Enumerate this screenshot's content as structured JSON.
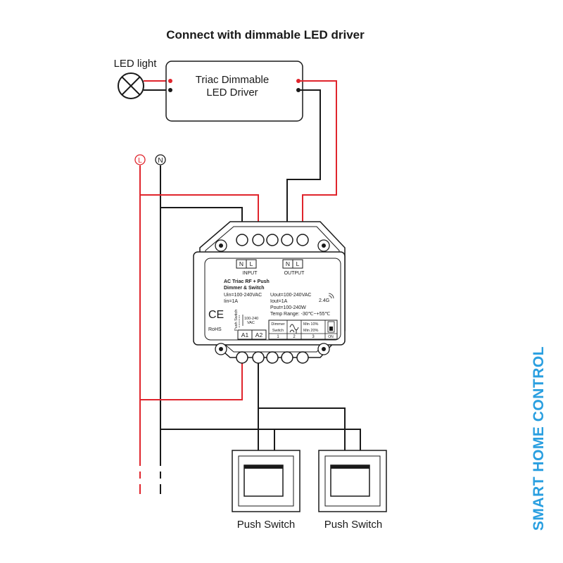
{
  "title": "Connect with dimmable LED driver",
  "led_light_label": "LED light",
  "driver": {
    "line1": "Triac Dimmable",
    "line2": "LED Driver"
  },
  "mains": {
    "live": "L",
    "neutral": "N"
  },
  "device": {
    "input_label": "INPUT",
    "output_label": "OUTPUT",
    "term_n": "N",
    "term_l": "L",
    "name_line1": "AC Triac RF + Push",
    "name_line2": "Dimmer & Switch",
    "uin": "Uin=100-240VAC",
    "iin": "Iin=1A",
    "uout": "Uout=100-240VAC",
    "iout": "Iout=1A",
    "pout": "Pout=100-240W",
    "temp": "Temp Range: -30℃~+55℃",
    "rf": "2.4G",
    "ce": "CE",
    "rohs": "RoHS",
    "push_switch_small": "Push Switch",
    "voltage_small_1": "100-240",
    "voltage_small_2": "VAC",
    "a1": "A1",
    "a2": "A2",
    "dimmer_label": "Dimmer",
    "switch_label": "Switch",
    "min10": "Min 10%",
    "min20": "Min 20%",
    "on_label": "ON",
    "col1": "1",
    "col2": "2",
    "col3": "3"
  },
  "switches": [
    "Push Switch",
    "Push Switch"
  ],
  "brand": "SMART HOME CONTROL",
  "colors": {
    "live_wire": "#e0242c",
    "neutral_wire": "#1a1a1a",
    "brand": "#2a9fe0"
  }
}
